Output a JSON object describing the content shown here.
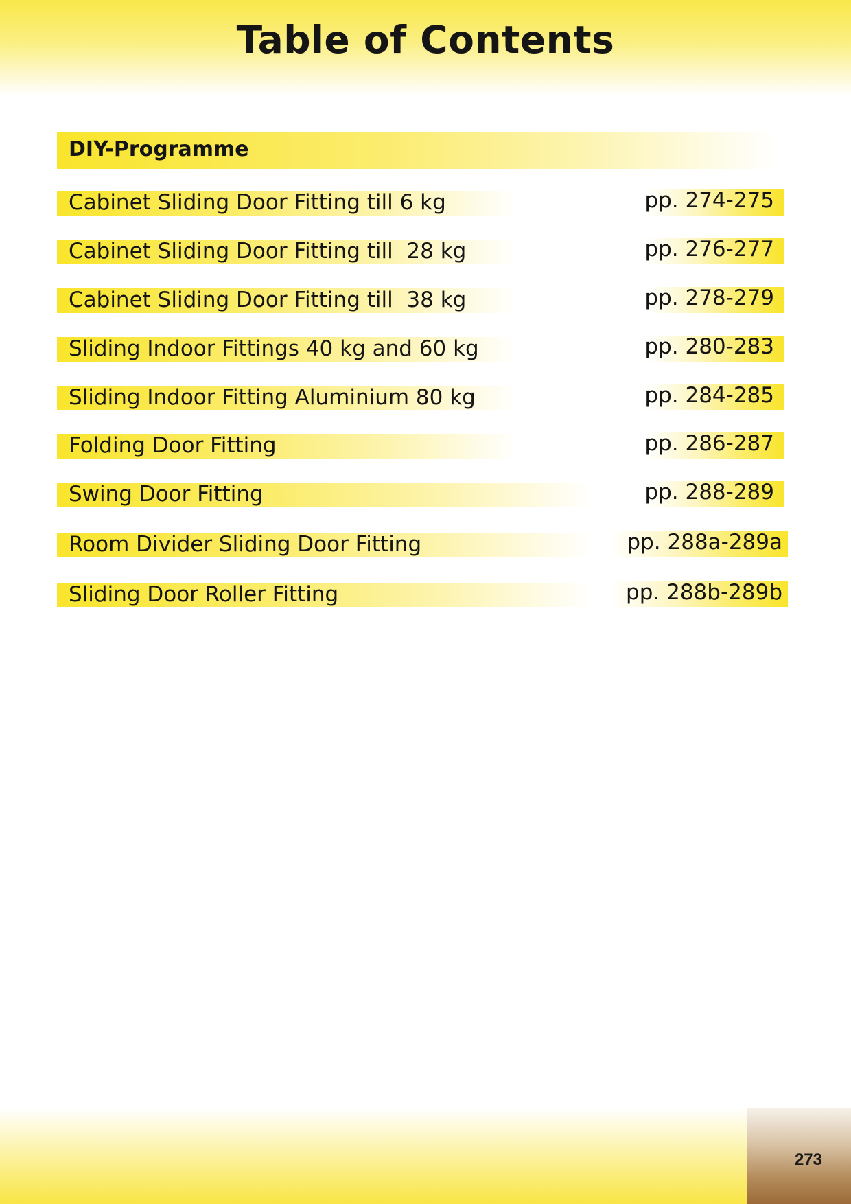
{
  "header": {
    "title": "Table of Contents"
  },
  "section": {
    "label": "DIY-Programme"
  },
  "entries": [
    {
      "label": "Cabinet Sliding Door Fitting till 6 kg",
      "pages": "pp. 274-275"
    },
    {
      "label": "Cabinet Sliding Door Fitting till  28 kg",
      "pages": "pp. 276-277"
    },
    {
      "label": "Cabinet Sliding Door Fitting till  38 kg",
      "pages": "pp. 278-279"
    },
    {
      "label": "Sliding Indoor Fittings 40 kg and 60 kg",
      "pages": "pp. 280-283"
    },
    {
      "label": "Sliding Indoor Fitting Aluminium 80 kg",
      "pages": "pp. 284-285"
    },
    {
      "label": "Folding Door Fitting",
      "pages": "pp. 286-287"
    },
    {
      "label": "Swing Door Fitting",
      "pages": "pp. 288-289"
    },
    {
      "label": "Room Divider Sliding Door Fitting",
      "pages": "pp. 288a-289a"
    },
    {
      "label": "Sliding Door Roller Fitting",
      "pages": "pp. 288b-289b"
    }
  ],
  "footer": {
    "page_number": "273"
  },
  "colors": {
    "accent_yellow": "#f9e52c",
    "tab_brown": "#9b6a38"
  }
}
